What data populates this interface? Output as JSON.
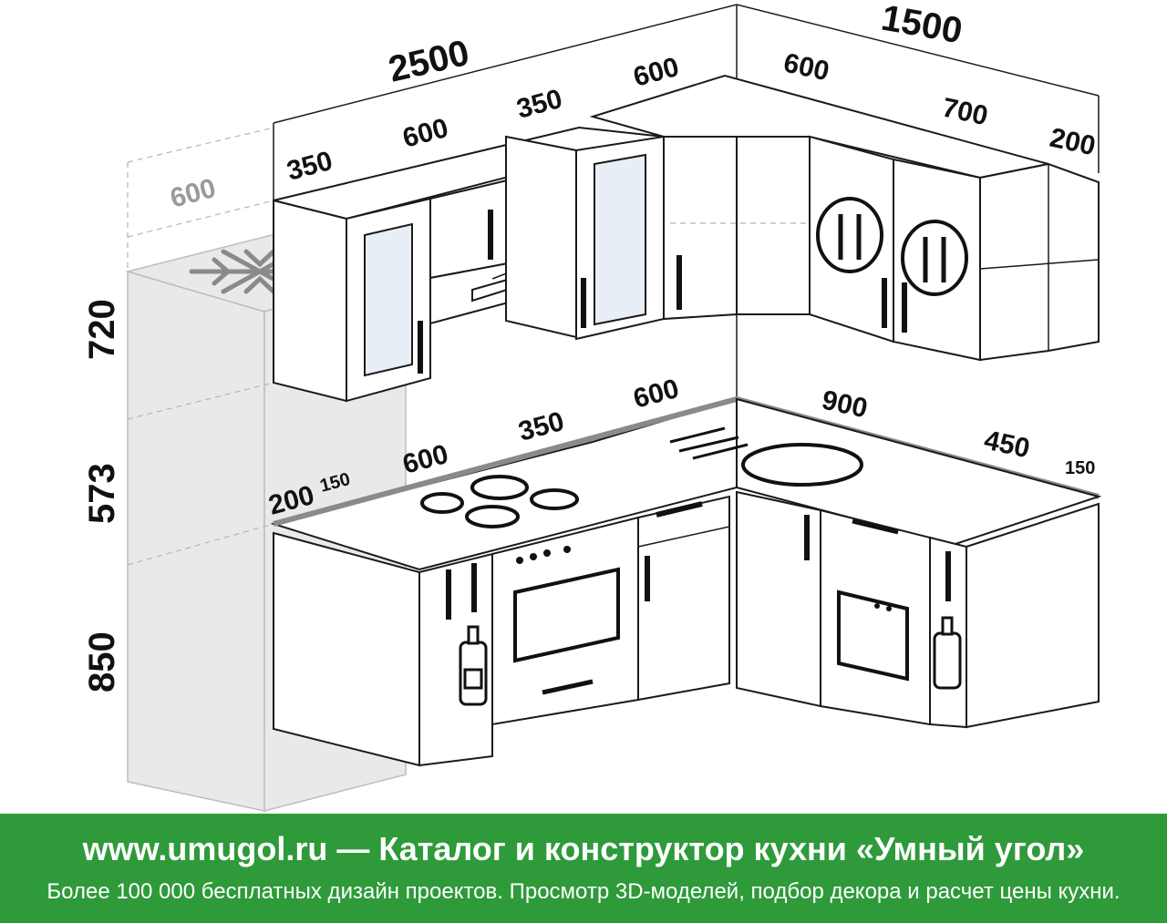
{
  "dimensions": {
    "overall_left_width": "2500",
    "overall_right_width": "1500",
    "height_upper": "720",
    "height_middle": "573",
    "height_lower": "850",
    "fridge_depth": "600",
    "upper_left": [
      "350",
      "600",
      "350",
      "600"
    ],
    "upper_right": [
      "600",
      "700",
      "200"
    ],
    "lower_left": [
      "200",
      "150",
      "600",
      "350",
      "600"
    ],
    "lower_right": [
      "900",
      "450",
      "150"
    ]
  },
  "footer": {
    "title": "www.umugol.ru  —  Каталог и конструктор кухни «Умный угол»",
    "subtitle": "Более 100 000 бесплатных дизайн проектов. Просмотр 3D-моделей, подбор декора и расчет цены кухни."
  },
  "icons": [
    "snowflake-icon",
    "cutlery-plate-icon",
    "bottle-icon",
    "dishwasher-icon",
    "cooktop-icon",
    "sink-icon",
    "oven-icon",
    "range-hood-icon"
  ],
  "colors": {
    "footer_bg": "#2e9a3a",
    "footer_text": "#ffffff",
    "fridge": "#e9e9e9",
    "glass": "#e8eef5"
  }
}
